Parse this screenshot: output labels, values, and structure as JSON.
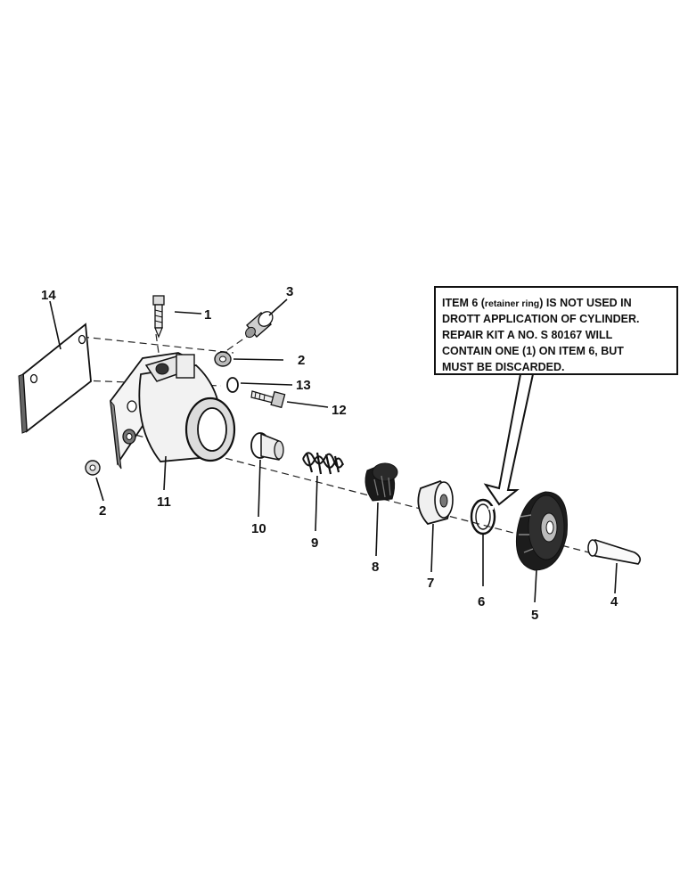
{
  "note": {
    "line1_start": "ITEM 6 (",
    "line1_small": "retainer ring",
    "line1_end": ") IS NOT USED IN",
    "line2": "DROTT APPLICATION OF CYLINDER.",
    "line3": "REPAIR KIT A NO. S 80167 WILL",
    "line4": "CONTAIN ONE (1) ON ITEM 6, BUT",
    "line5": "MUST BE DISCARDED."
  },
  "labels": {
    "item1": "1",
    "item2_top": "2",
    "item2_bottom": "2",
    "item3": "3",
    "item4": "4",
    "item5": "5",
    "item6": "6",
    "item7": "7",
    "item8": "8",
    "item9": "9",
    "item10": "10",
    "item11": "11",
    "item12": "12",
    "item13": "13",
    "item14": "14"
  }
}
